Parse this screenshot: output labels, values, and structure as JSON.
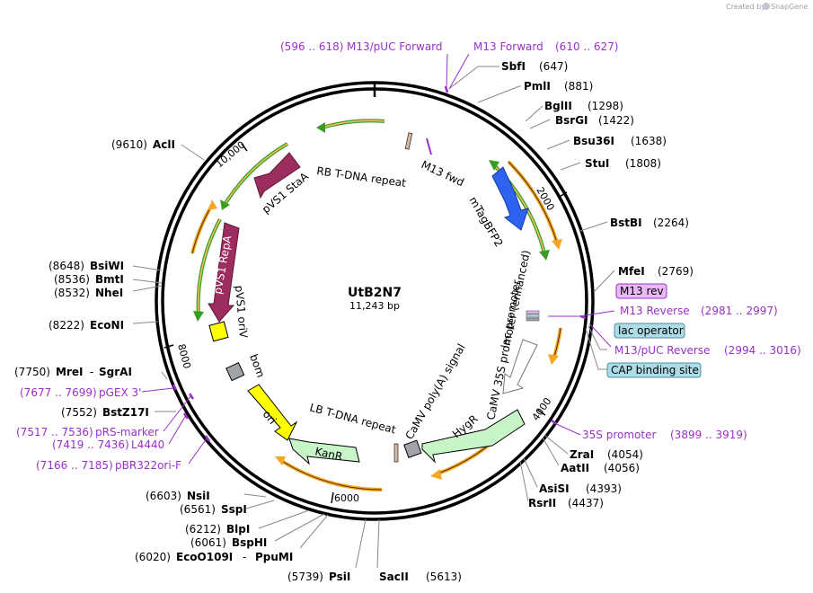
{
  "credit": {
    "prefix": "Created by",
    "brand": "SnapGene"
  },
  "plasmid": {
    "name": "UtB2N7",
    "length_label": "11,243 bp"
  },
  "ticks": [
    "2000",
    "4000",
    "6000",
    "8000",
    "10,000"
  ],
  "enzymes": {
    "sbfi": "SbfI",
    "sbfi_pos": "(647)",
    "pmli": "PmlI",
    "pmli_pos": "(881)",
    "bglii": "BglII",
    "bglii_pos": "(1298)",
    "bsrgi": "BsrGI",
    "bsrgi_pos": "(1422)",
    "bsu36i": "Bsu36I",
    "bsu36i_pos": "(1638)",
    "stui": "StuI",
    "stui_pos": "(1808)",
    "bstbi": "BstBI",
    "bstbi_pos": "(2264)",
    "mfei": "MfeI",
    "mfei_pos": "(2769)",
    "zrai": "ZraI",
    "zrai_pos": "(4054)",
    "aatii": "AatII",
    "aatii_pos": "(4056)",
    "asisi": "AsiSI",
    "asisi_pos": "(4393)",
    "rsrii": "RsrII",
    "rsrii_pos": "(4437)",
    "saci": "SacII",
    "saci_pos": "(5613)",
    "psti": "PsiI",
    "psti_pos": "(5739)",
    "ecoo109i": "EcoO109I",
    "ecoo109i_pos": "(6020)",
    "ppumi": "PpuMI",
    "bsphi": "BspHI",
    "bsphi_pos": "(6061)",
    "blpi": "BlpI",
    "blpi_pos": "(6212)",
    "sspi": "SspI",
    "sspi_pos": "(6561)",
    "nsii": "NsiI",
    "nsii_pos": "(6603)",
    "bstz17i": "BstZ17I",
    "bstz17i_pos": "(7552)",
    "srgai": "SgrAI",
    "meri": "MreI",
    "meri_pos": "(7750)",
    "econi": "EcoNI",
    "econi_pos": "(8222)",
    "nhei": "NheI",
    "nhei_pos": "(8532)",
    "bmti": "BmtI",
    "bmti_pos": "(8536)",
    "bsiwi": "BsiWI",
    "bsiwi_pos": "(8648)",
    "acli": "AclI",
    "acli_pos": "(9610)"
  },
  "primers": {
    "m13puc_fwd_range": "(596 .. 618)",
    "m13puc_fwd": "M13/pUC Forward",
    "m13_fwd": "M13 Forward",
    "m13_fwd_range": "(610 .. 627)",
    "m13_rev": "M13 rev",
    "m13_reverse": "M13 Reverse",
    "m13_reverse_range": "(2981 .. 2997)",
    "lac_operator": "lac operator",
    "m13puc_rev": "M13/pUC Reverse",
    "m13puc_rev_range": "(2994 .. 3016)",
    "cap_site": "CAP binding site",
    "p35s": "35S promoter",
    "p35s_range": "(3899 .. 3919)",
    "pgex3_range": "(7677 .. 7699)",
    "pgex3": "pGEX 3'",
    "prs_range": "(7517 .. 7536)",
    "prs": "pRS-marker",
    "l4440_range": "(7419 .. 7436)",
    "l4440": "L4440",
    "pbr_range": "(7166 .. 7185)",
    "pbr": "pBR322ori-F"
  },
  "features": {
    "rb_repeat": "RB T-DNA repeat",
    "m13fwd": "M13 fwd",
    "mtagbfp2": "mTagBFP2",
    "pvs1_staa": "pVS1 StaA",
    "pvs1_repa": "pVS1 RepA",
    "pvs1_oriv": "pVS1 oriV",
    "camv35s": "CaMV 35S promoter (enhanced)",
    "lac_promoter": "lac promoter",
    "camv_polya": "CaMV poly(A) signal",
    "hygr": "HygR",
    "lb_repeat": "LB T-DNA repeat",
    "kanr": "KanR",
    "ori": "ori",
    "bom": "bom"
  },
  "colors": {
    "backbone": "#000000",
    "mtagbfp2": "#2e62f0",
    "pvs1": "#9c2d5e",
    "hygr": "#c8f5c8",
    "kanr": "#c8f5c8",
    "ori": "#ffff00",
    "oriv": "#ffff00",
    "primer": "#9b30c9",
    "green_arrow": "#3a9d23",
    "orange_arrow": "#f5a623",
    "m13_box": "#e9b8f5",
    "lac_box": "#aedce6"
  }
}
